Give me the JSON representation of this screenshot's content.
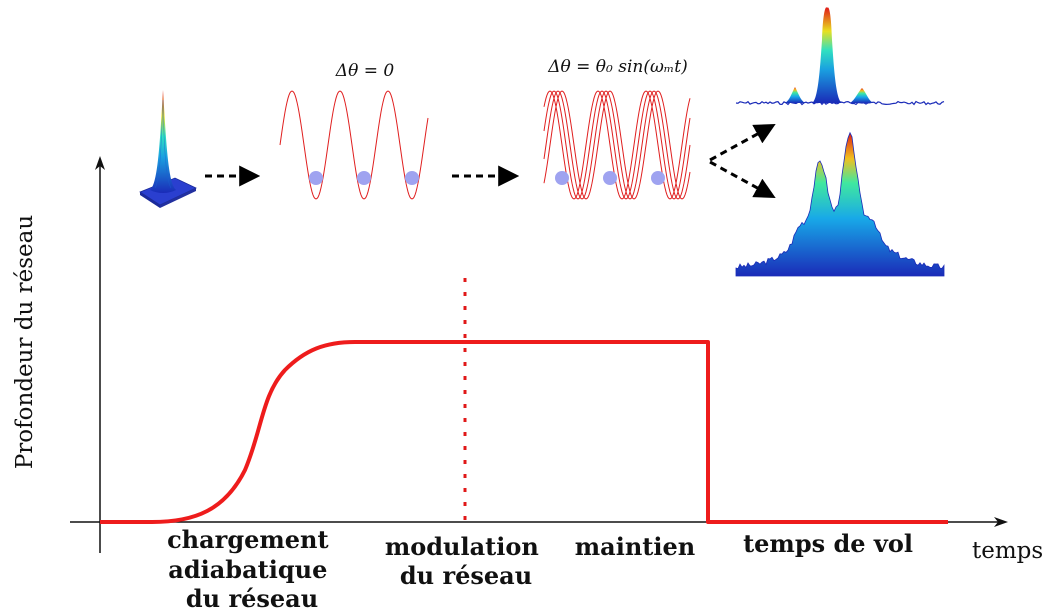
{
  "axes": {
    "ylabel": "Profondeur du réseau",
    "xlabel": "temps"
  },
  "phases": [
    {
      "lines": [
        "chargement",
        "adiabatique",
        "du réseau"
      ]
    },
    {
      "lines": [
        "modulation",
        "du réseau"
      ]
    },
    {
      "lines": [
        "maintien"
      ]
    },
    {
      "lines": [
        "temps de vol"
      ]
    }
  ],
  "formulas": {
    "no_modulation": "Δθ = 0",
    "modulation": "Δθ = θ₀ sin(ωₘt)"
  },
  "colors": {
    "curve": "#ee1c1c",
    "lattice": "#e02020",
    "atom": "#9fa3f0",
    "axis": "#111111",
    "arrow": "#000000"
  },
  "icons": {
    "initial_cloud": "3d-density-peak-icon",
    "tof_three_peaks": "three-peak-spectrum-icon",
    "tof_broad": "broad-heated-spectrum-icon"
  }
}
